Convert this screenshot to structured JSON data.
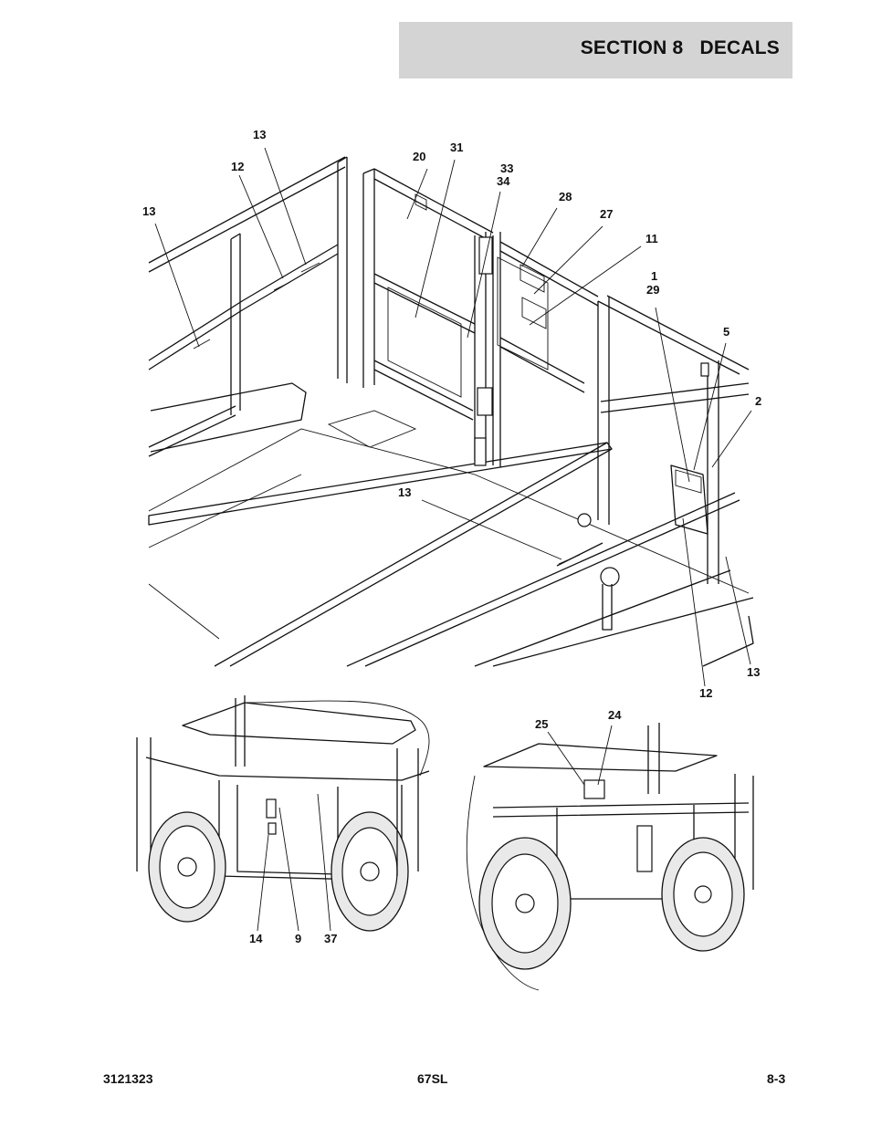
{
  "header": {
    "title": "SECTION 8   DECALS"
  },
  "top_figure": {
    "callouts": [
      {
        "id": "c13a",
        "text": "13"
      },
      {
        "id": "c12a",
        "text": "12"
      },
      {
        "id": "c13b",
        "text": "13"
      },
      {
        "id": "c20",
        "text": "20"
      },
      {
        "id": "c31",
        "text": "31"
      },
      {
        "id": "c33",
        "text": "33"
      },
      {
        "id": "c34",
        "text": "34"
      },
      {
        "id": "c28",
        "text": "28"
      },
      {
        "id": "c27",
        "text": "27"
      },
      {
        "id": "c11",
        "text": "11"
      },
      {
        "id": "c1",
        "text": "1"
      },
      {
        "id": "c29",
        "text": "29"
      },
      {
        "id": "c5",
        "text": "5"
      },
      {
        "id": "c2",
        "text": "2"
      },
      {
        "id": "c13c",
        "text": "13"
      },
      {
        "id": "c13d",
        "text": "13"
      },
      {
        "id": "c12b",
        "text": "12"
      }
    ]
  },
  "bottom_left_figure": {
    "callouts": [
      {
        "id": "c14",
        "text": "14"
      },
      {
        "id": "c9",
        "text": "9"
      },
      {
        "id": "c37",
        "text": "37"
      }
    ]
  },
  "bottom_right_figure": {
    "callouts": [
      {
        "id": "c25",
        "text": "25"
      },
      {
        "id": "c24",
        "text": "24"
      }
    ]
  },
  "footer": {
    "doc_number": "3121323",
    "model": "67SL",
    "page": "8-3"
  }
}
